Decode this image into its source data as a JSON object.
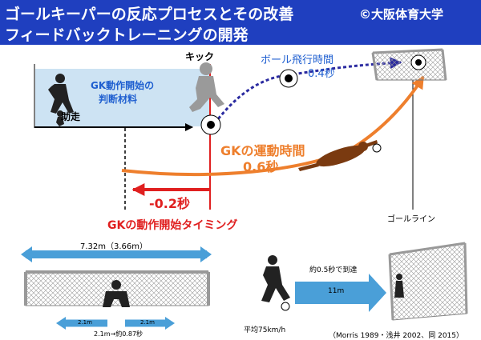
{
  "header": {
    "title_line1": "ゴールキーパーの反応プロセスとその改善",
    "title_line2": "フィードバックトレーニングの開発",
    "credit": "©大阪体育大学"
  },
  "top_diagram": {
    "kick": "キック",
    "approach": "助走",
    "gk_judgment_line1": "GK動作開始の",
    "gk_judgment_line2": "判断材料",
    "ball_flight_time": "ボール飛行時間",
    "ball_flight_value": "0.4秒",
    "gk_motion_time": "GKの運動時間",
    "gk_motion_value": "0.6秒",
    "offset": "-0.2秒",
    "goal_line": "ゴールライン",
    "gk_timing": "GKの動作開始タイミング"
  },
  "bottom_left": {
    "goal_width": "7.32m（3.66m）",
    "reach_left": "2.1m",
    "reach_right": "2.1m",
    "reach_note": "2.1m→約0.87秒"
  },
  "bottom_right": {
    "arrival": "約0.5秒で到達",
    "distance": "11m",
    "avg_speed": "平均75km/h",
    "citation": "（Morris 1989・浅井 2002、同 2015）"
  },
  "colors": {
    "banner": "#1f3fbf",
    "blue_text": "#1f5fd0",
    "ball_path": "#2a2aa0",
    "orange": "#ee7f2d",
    "red": "#e02020",
    "judgment_box": "#cde3f3",
    "arrow_blue": "#4a9fd8"
  },
  "icons": [
    "gk-silhouette-icon",
    "runner-icon",
    "kicker-icon",
    "ball-icon",
    "goal-net-icon",
    "diving-keeper-icon",
    "ready-keeper-icon",
    "penalty-kicker-icon"
  ]
}
